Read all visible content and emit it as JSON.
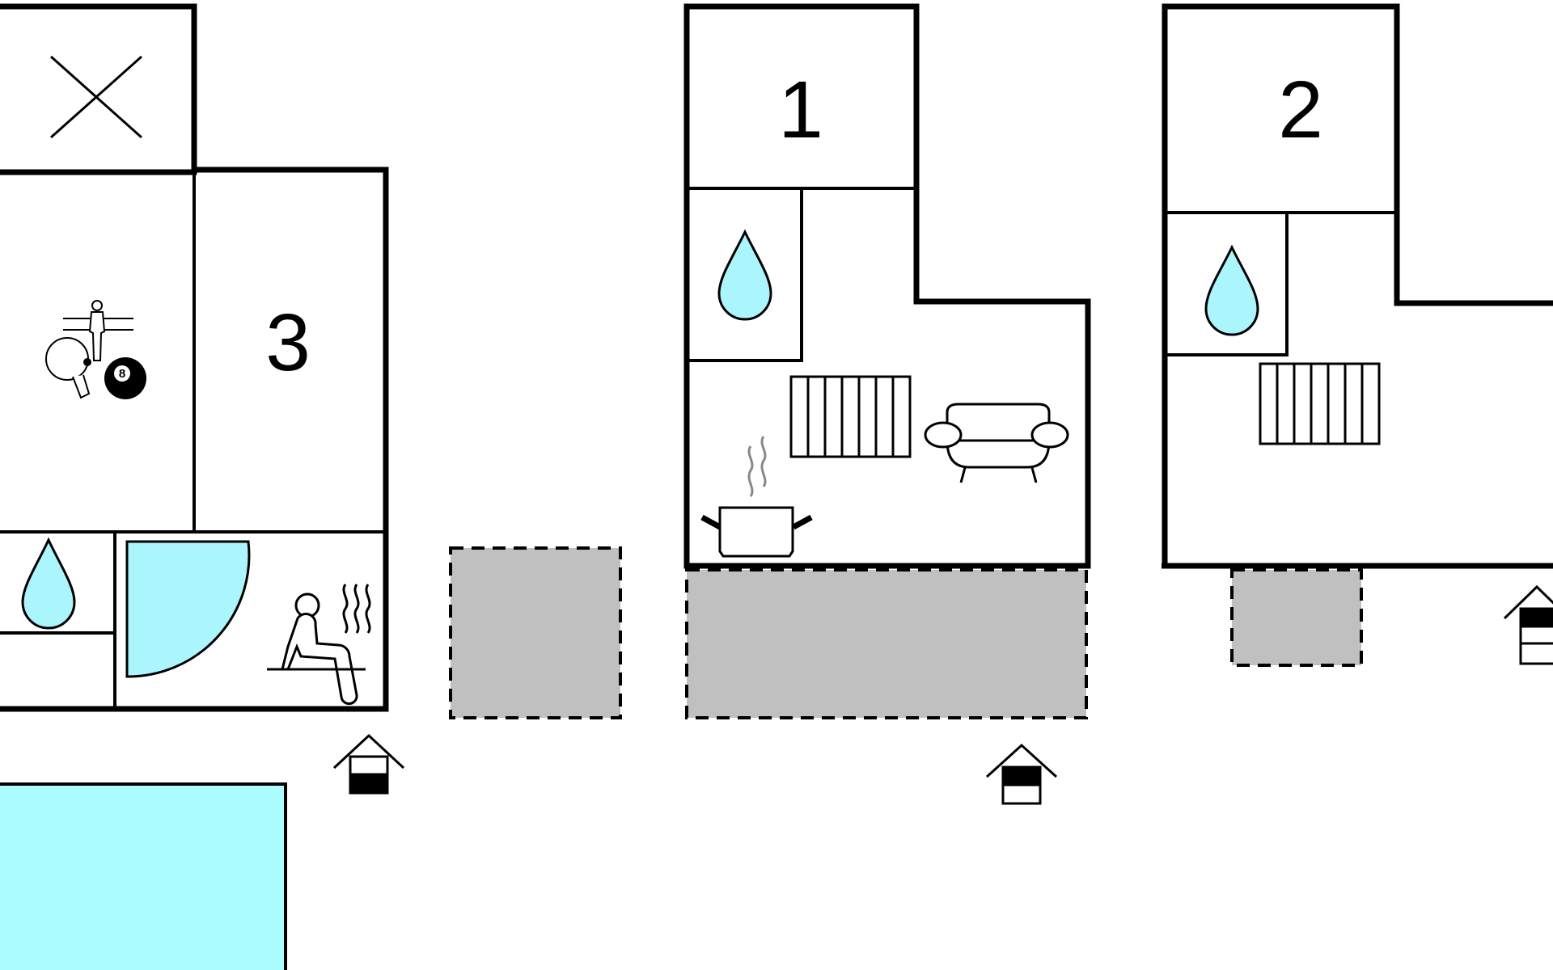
{
  "floorplan": {
    "bedrooms": [
      {
        "number": "3"
      },
      {
        "number": "1"
      },
      {
        "number": "2"
      }
    ],
    "ball_number": "8"
  },
  "colors": {
    "wall": "#000000",
    "water": "#aaf6fc",
    "pool": "#acfdff",
    "terrace": "#c0c0c0",
    "background": "#ffffff",
    "steam": "#888888"
  },
  "icons": [
    "closed-area-x-icon",
    "foosball-icon",
    "table-tennis-icon",
    "billiard-ball-icon",
    "water-drop-icon",
    "shower-icon",
    "sauna-icon",
    "radiator-icon",
    "sofa-icon",
    "cooking-pot-icon",
    "entrance-icon"
  ]
}
